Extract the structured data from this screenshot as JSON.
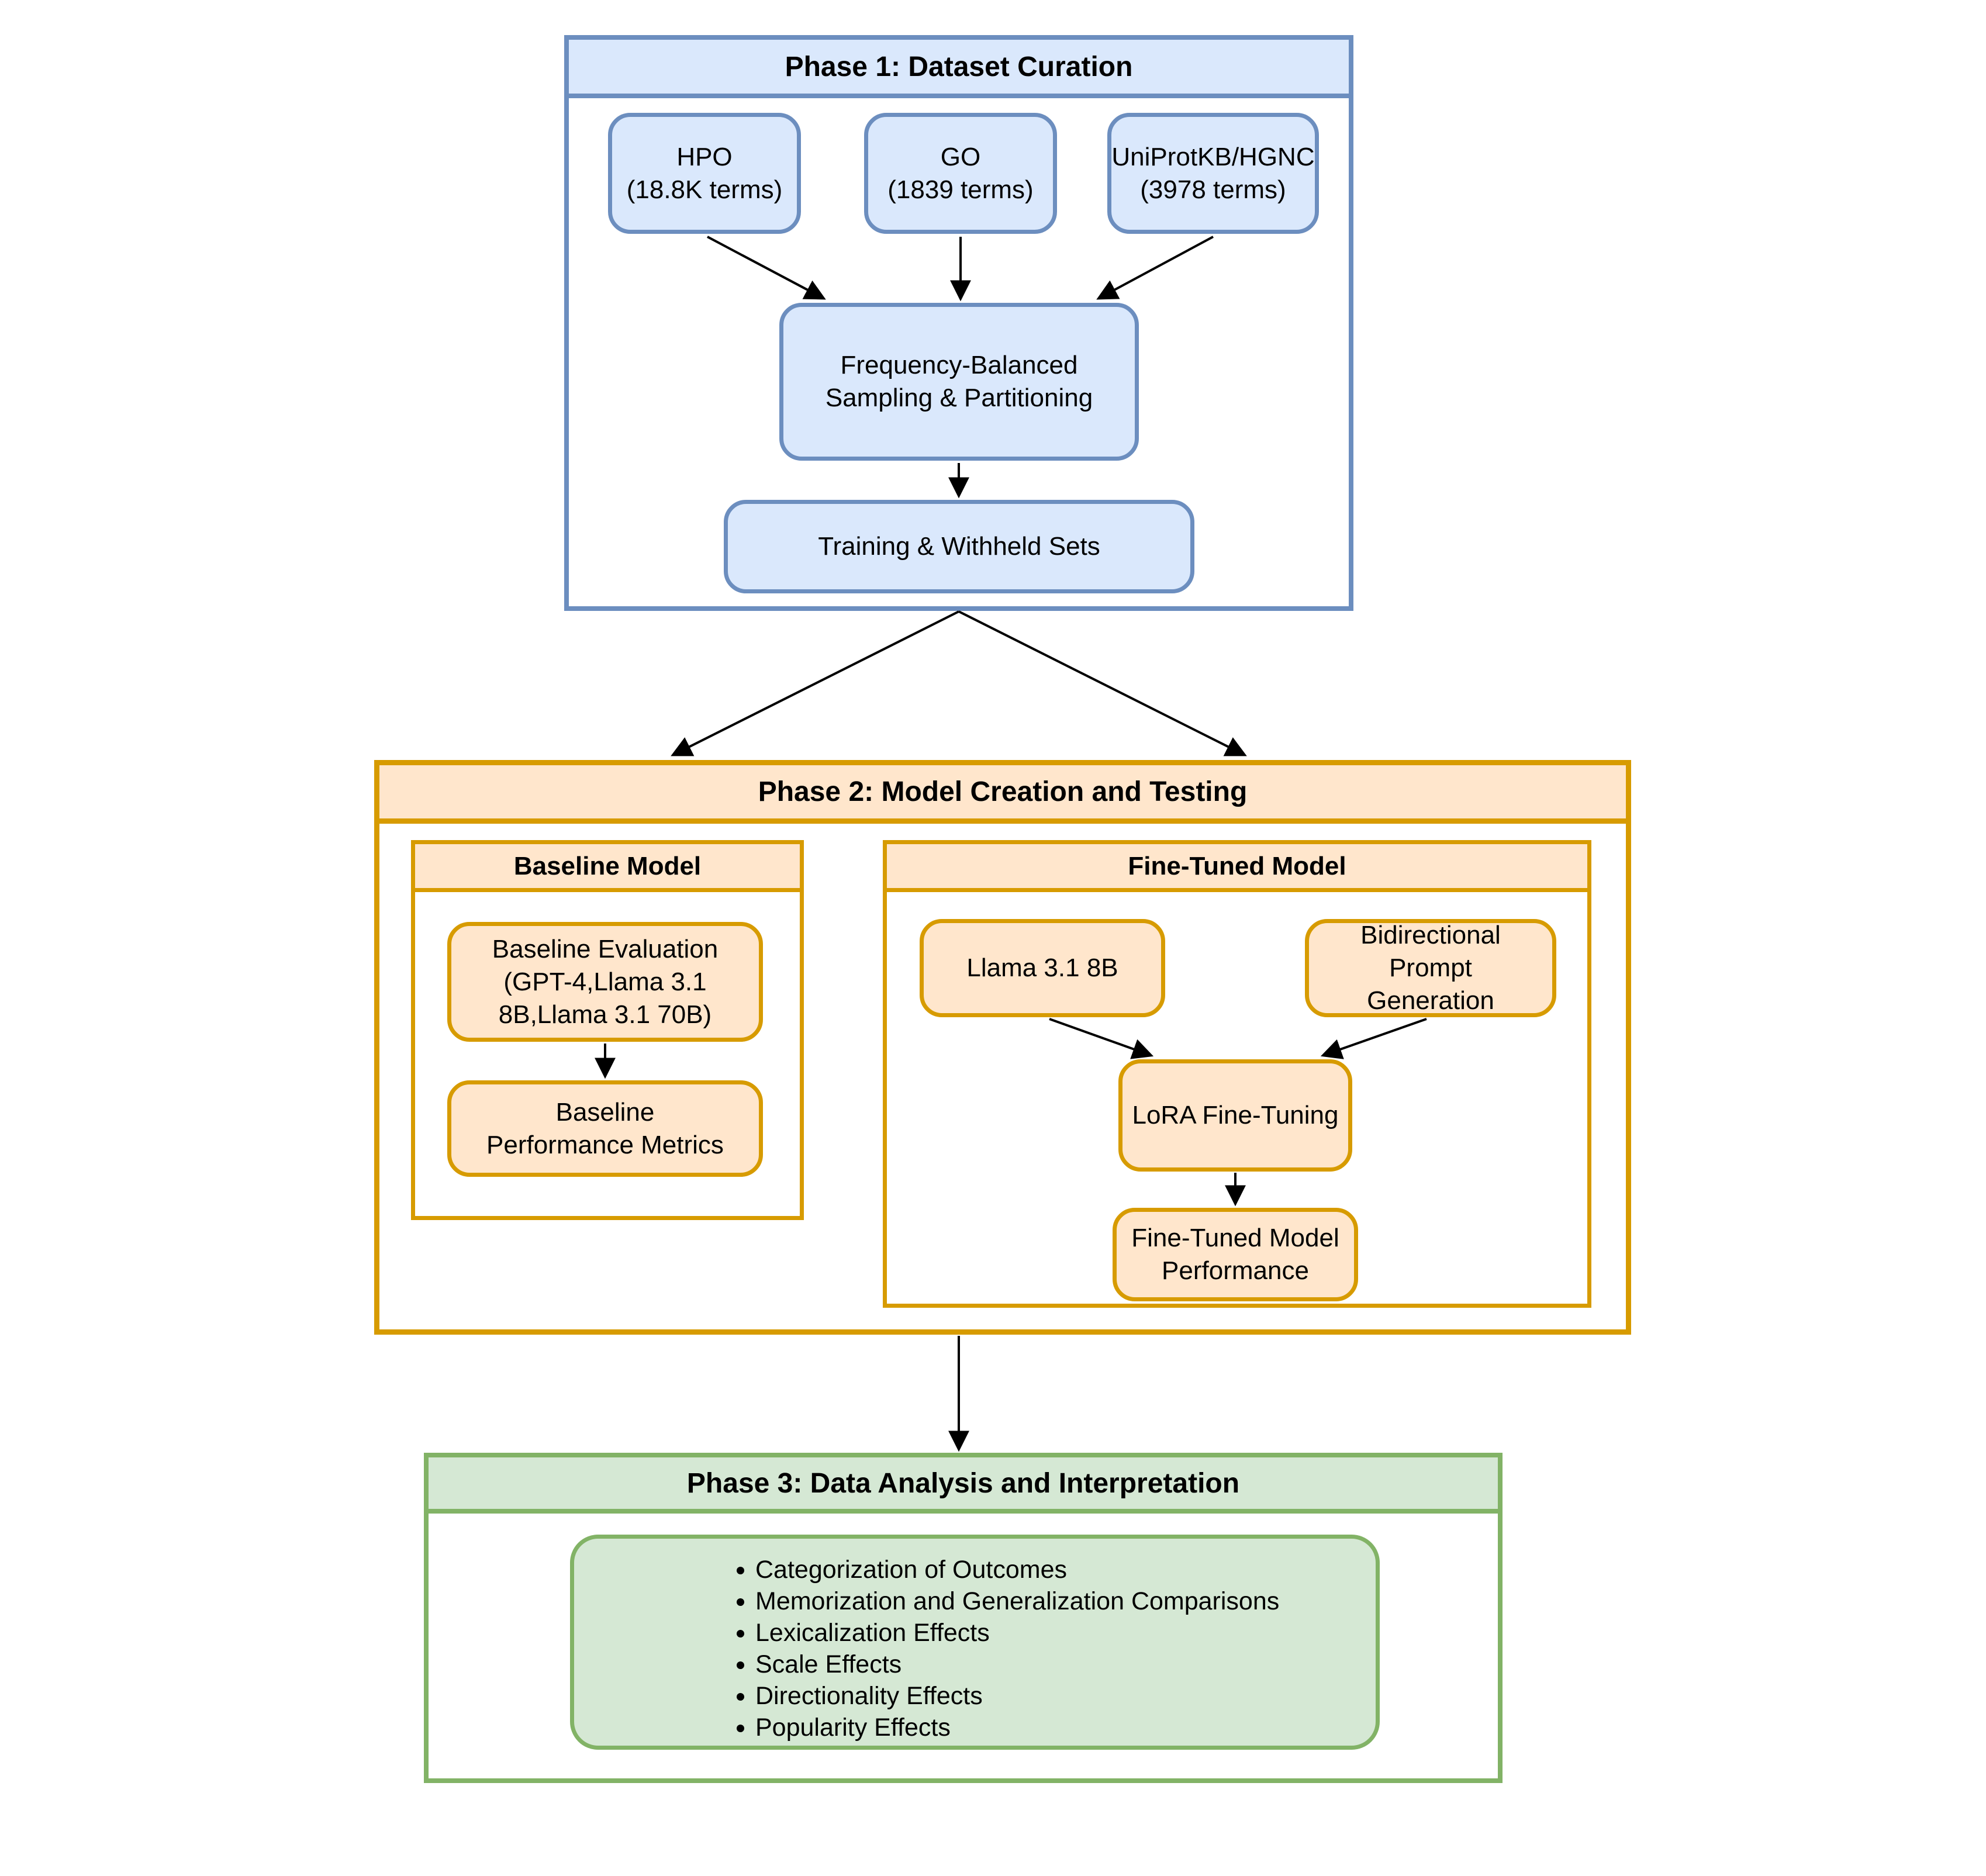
{
  "phase1": {
    "title": "Phase 1: Dataset Curation",
    "hpo": "HPO\n(18.8K terms)",
    "go": "GO\n(1839 terms)",
    "uniprot": "UniProtKB/HGNC\n(3978 terms)",
    "sampling": "Frequency-Balanced\nSampling & Partitioning",
    "training": "Training & Withheld Sets"
  },
  "phase2": {
    "title": "Phase 2: Model Creation and Testing",
    "baseline": {
      "title": "Baseline Model",
      "evaluation": "Baseline Evaluation\n(GPT-4,Llama 3.1\n8B,Llama 3.1 70B)",
      "metrics": "Baseline\nPerformance Metrics"
    },
    "finetuned": {
      "title": "Fine-Tuned Model",
      "llama": "Llama 3.1 8B",
      "bidirectional": "Bidirectional Prompt\nGeneration",
      "lora": "LoRA Fine-Tuning",
      "performance": "Fine-Tuned Model\nPerformance"
    }
  },
  "phase3": {
    "title": "Phase 3: Data Analysis and Interpretation",
    "bullets": [
      "Categorization of Outcomes",
      "Memorization and Generalization Comparisons",
      "Lexicalization Effects",
      "Scale Effects",
      "Directionality Effects",
      "Popularity Effects"
    ]
  },
  "colors": {
    "blue_fill": "#dae8fc",
    "blue_stroke": "#6c8ebf",
    "orange_fill": "#ffe6cc",
    "orange_stroke": "#d79b00",
    "green_fill": "#d5e8d4",
    "green_stroke": "#82b366",
    "arrow": "#000000",
    "background": "#ffffff"
  }
}
